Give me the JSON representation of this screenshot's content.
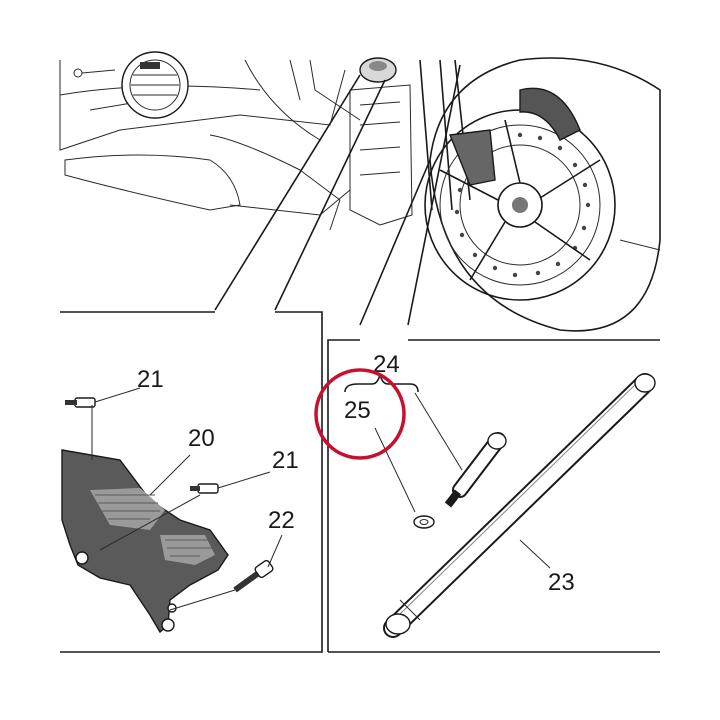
{
  "callouts": {
    "guard": "20",
    "screw_upper": "21",
    "screw_lower": "21",
    "bolt": "22",
    "axle": "23",
    "pin_group": "24",
    "washer": "25"
  },
  "colors": {
    "line": "#1a1a1a",
    "highlight_circle": "#c8102e",
    "guard_fill": "#5a5a5a",
    "tire_fill": "#ffffff"
  },
  "icons": {
    "highlight": "red-circle-highlight",
    "group_bracket": "curly-brace-bracket"
  }
}
